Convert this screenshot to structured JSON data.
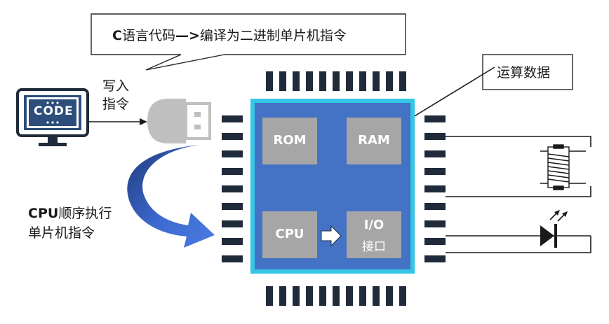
{
  "callout_top": {
    "bold": "C",
    "rest": "语言代码",
    "arrow": "—>",
    "tail": "编译为二进制单片机指令"
  },
  "callout_right": {
    "text": "运算数据"
  },
  "computer": {
    "screen_text": "CODE"
  },
  "write_label": {
    "line1": "写入",
    "line2": "指令"
  },
  "cpu_label": {
    "bold": "CPU",
    "rest": "顺序执行",
    "line2": "单片机指令"
  },
  "chip": {
    "rom": "ROM",
    "ram": "RAM",
    "cpu": "CPU",
    "io_line1": "I/O",
    "io_line2": "接口"
  },
  "colors": {
    "chip_body": "#4472c4",
    "chip_border": "#33c6e6",
    "block": "#a6a6a6",
    "pin": "#1f2a3a",
    "arrow_dark": "#1f3a7a",
    "usb_gray": "#bfbfbf",
    "screen": "#2d4d7a"
  }
}
